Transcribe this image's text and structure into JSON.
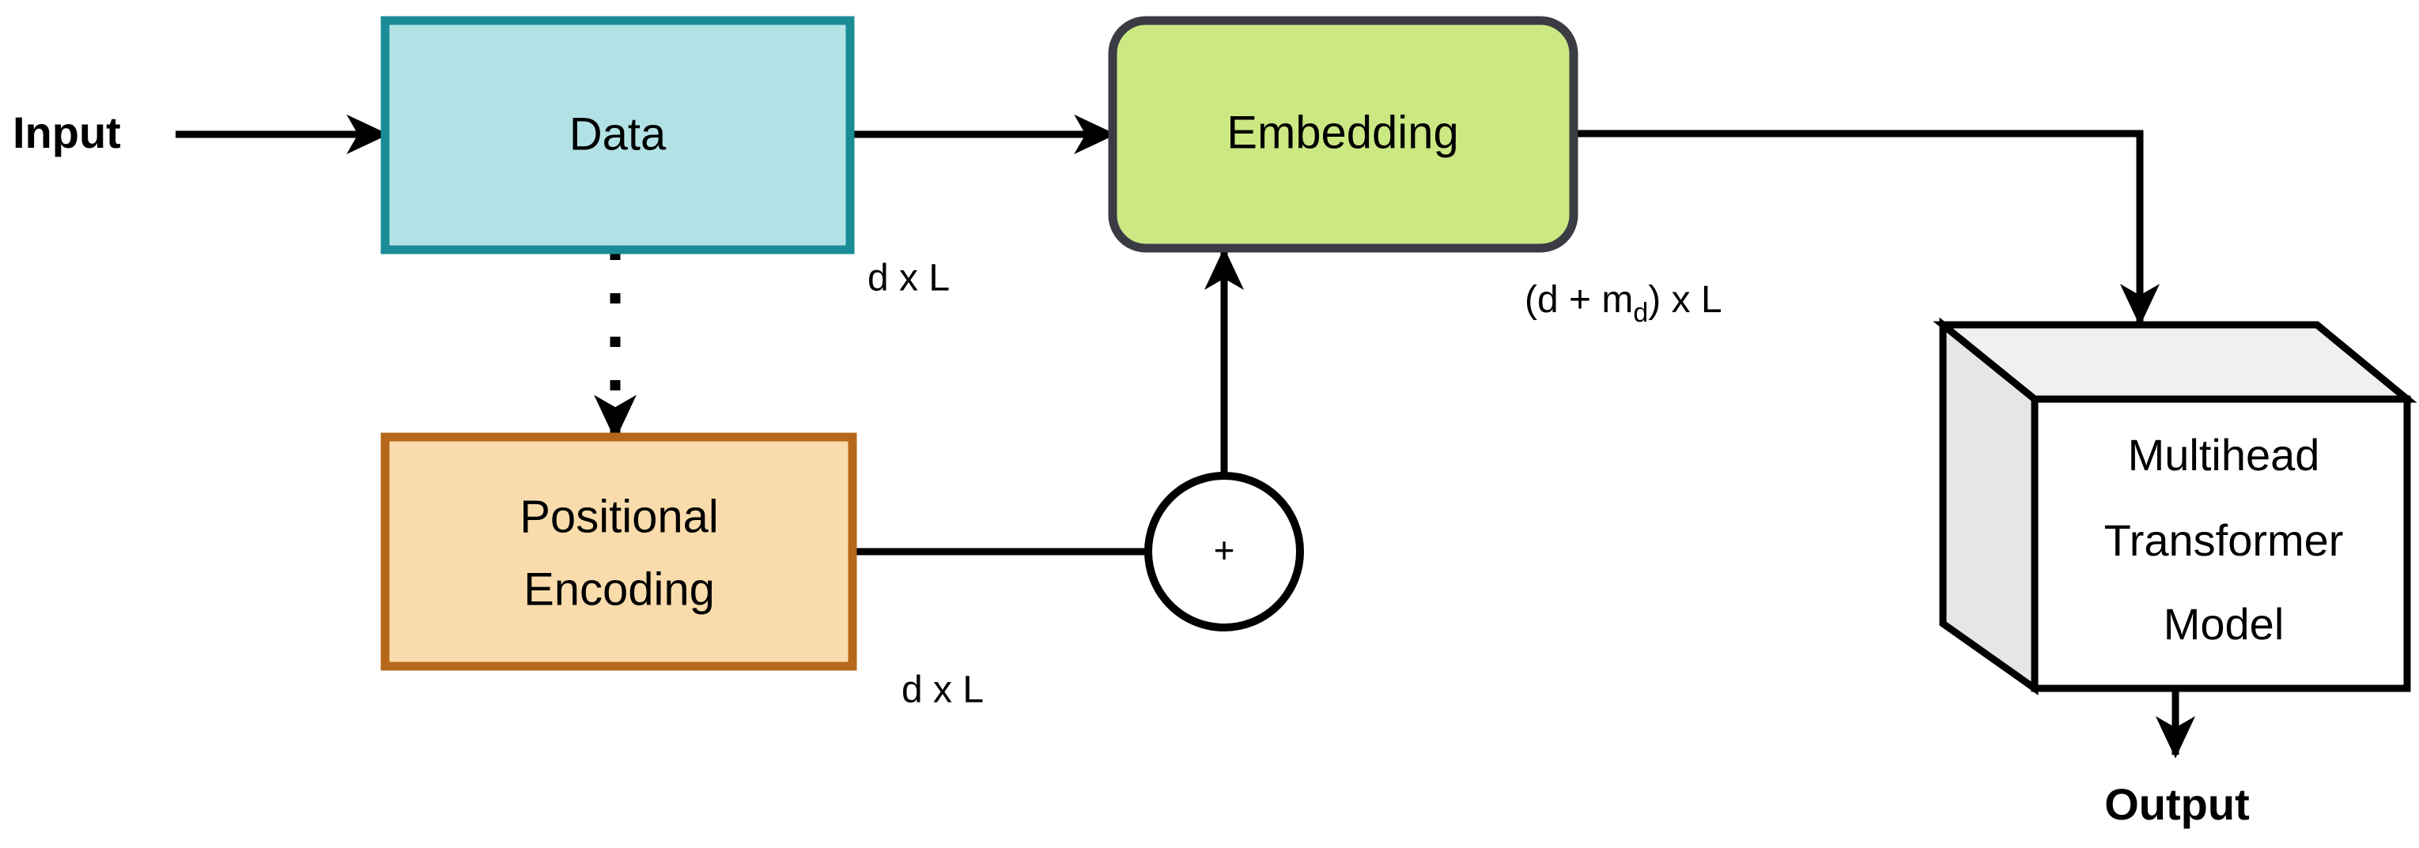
{
  "diagram": {
    "title": "Transformer input pipeline block diagram",
    "background_color": "#ffffff",
    "line_color": "#000000"
  },
  "labels": {
    "input": "Input",
    "output": "Output",
    "data_box": "Data",
    "embedding_box": "Embedding",
    "positional_encoding_line1": "Positional",
    "positional_encoding_line2": "Encoding",
    "cube_line1": "Multihead",
    "cube_line2": "Transformer",
    "cube_line3": "Model",
    "adder_symbol": "+"
  },
  "dimensions": {
    "data_out": "d x L",
    "positional_out": "d x L",
    "embedding_out_prefix": "(d + m",
    "embedding_out_sub": "d",
    "embedding_out_suffix": ") x L"
  },
  "colors": {
    "data_fill": "#b2e2e5",
    "data_stroke": "#1a8c96",
    "embedding_fill": "#cbe883",
    "embedding_stroke": "#3b3b44",
    "positional_fill": "#fadcac",
    "positional_stroke": "#b5681a",
    "cube_front_fill": "#ffffff",
    "cube_top_fill": "#f0f0f0",
    "cube_side_fill": "#e6e6e6",
    "cube_stroke": "#000000",
    "arrow_color": "#000000",
    "adder_stroke": "#000000",
    "adder_fill": "#ffffff"
  },
  "edges": {
    "input_to_data": "solid arrow",
    "data_to_embedding": "solid arrow",
    "data_to_positional": "dotted arrow",
    "positional_to_adder": "solid line",
    "adder_to_embedding": "solid arrow",
    "embedding_to_cube": "solid elbow arrow",
    "cube_to_output": "solid arrow"
  }
}
